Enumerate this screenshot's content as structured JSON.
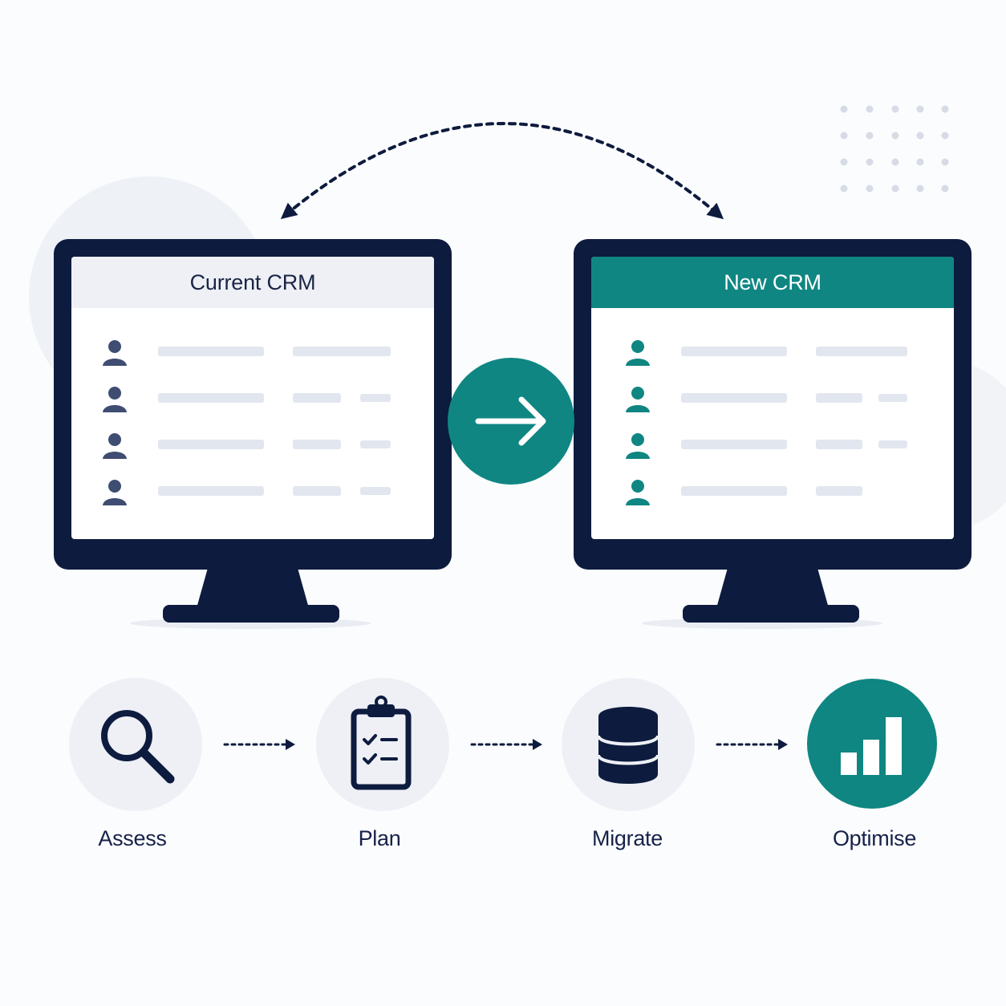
{
  "current_crm": {
    "title": "Current CRM",
    "rows": [
      {
        "person_icon": "person-icon"
      },
      {
        "person_icon": "person-icon"
      },
      {
        "person_icon": "person-icon"
      },
      {
        "person_icon": "person-icon"
      }
    ]
  },
  "new_crm": {
    "title": "New CRM",
    "rows": [
      {
        "person_icon": "person-icon"
      },
      {
        "person_icon": "person-icon"
      },
      {
        "person_icon": "person-icon"
      },
      {
        "person_icon": "person-icon"
      }
    ]
  },
  "convert_icon": "arrow-right-icon",
  "steps": [
    {
      "label": "Assess",
      "icon": "magnifier-icon"
    },
    {
      "label": "Plan",
      "icon": "clipboard-checklist-icon"
    },
    {
      "label": "Migrate",
      "icon": "database-icon"
    },
    {
      "label": "Optimise",
      "icon": "bar-chart-icon"
    }
  ],
  "colors": {
    "navy": "#0d1b3e",
    "teal": "#0f8682",
    "current_person": "#3f4d72",
    "placeholder_bar": "#e2e6ef",
    "step_circle": "#eef0f6"
  }
}
